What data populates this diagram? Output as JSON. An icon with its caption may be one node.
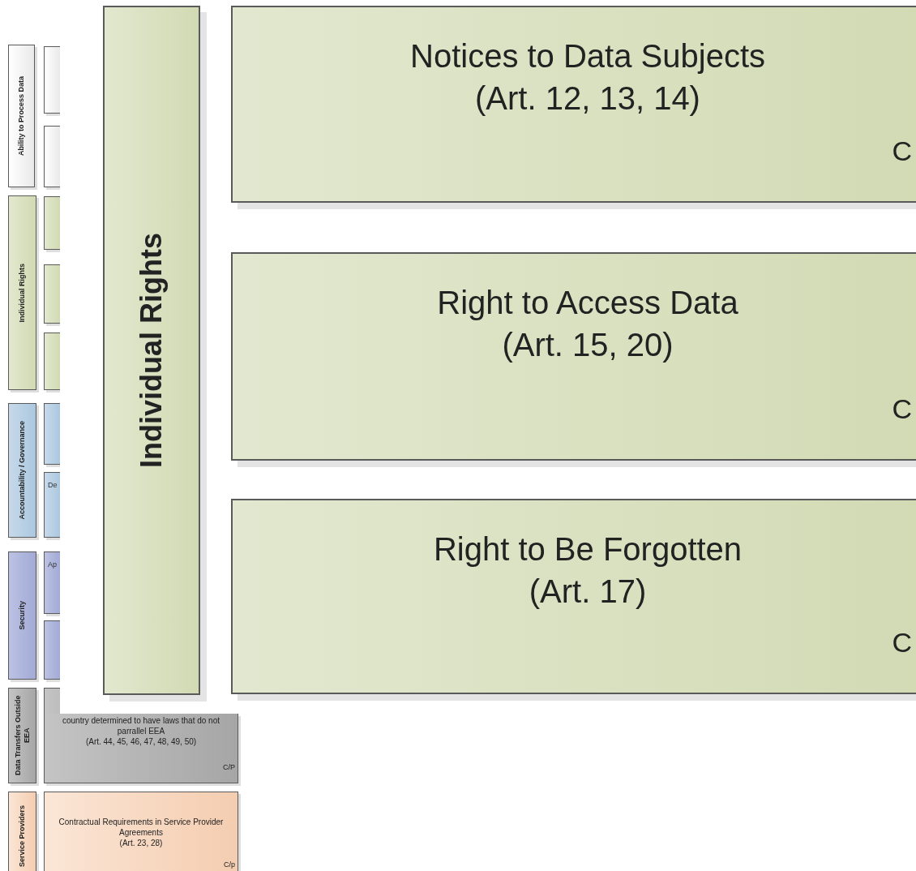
{
  "diagram": {
    "nodes": [
      {
        "text": [
          "Ability to Process Data"
        ]
      },
      {
        "text": [],
        "shape": "box"
      },
      {
        "text": [],
        "shape": "box"
      },
      {
        "text": [
          "Individual Rights"
        ]
      },
      {
        "text": [],
        "shape": "box"
      },
      {
        "text": [],
        "shape": "box"
      },
      {
        "text": [],
        "shape": "box"
      },
      {
        "text": [
          "Accountability / Governance"
        ]
      },
      {
        "text": [],
        "shape": "box"
      },
      {
        "text": [
          "De"
        ]
      },
      {
        "text": [
          "Security"
        ]
      },
      {
        "text": [
          "Ap"
        ]
      },
      {
        "text": [],
        "shape": "box"
      },
      {
        "text": [
          "Data Transfers Outside EEA"
        ]
      },
      {
        "text": [
          "country determined to have laws that do not parrallel EEA",
          "(Art. 44, 45, 46, 47, 48, 49, 50)",
          "C/P"
        ]
      },
      {
        "text": [
          "Service Providers"
        ]
      },
      {
        "text": [
          "Contractual Requirements in Service Provider Agreements",
          "(Art. 23, 28)",
          "C/p"
        ]
      },
      {
        "text": [
          "Individual Rights"
        ]
      },
      {
        "text": [
          "Notices to Data Subjects",
          "(Art. 12, 13, 14)",
          "C"
        ]
      },
      {
        "text": [
          "Right to Access Data",
          "(Art. 15, 20)",
          "C"
        ]
      },
      {
        "text": [
          "Right to Be Forgotten",
          "(Art. 17)",
          "C"
        ]
      }
    ]
  }
}
